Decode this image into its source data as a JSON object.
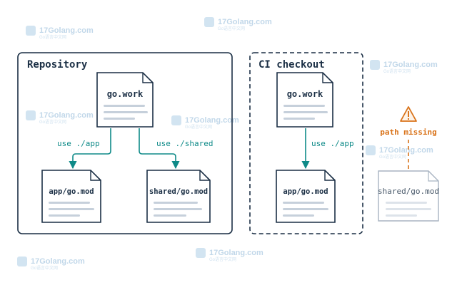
{
  "watermark": {
    "brand": "17Golang.com",
    "sub": "Go语言中文网"
  },
  "repository": {
    "title": "Repository",
    "root_file": "go.work",
    "edges": [
      {
        "label": "use ./app"
      },
      {
        "label": "use ./shared"
      }
    ],
    "modules": [
      {
        "label": "app/go.mod"
      },
      {
        "label": "shared/go.mod"
      }
    ]
  },
  "ci": {
    "title": "CI checkout",
    "root_file": "go.work",
    "edge_label": "use ./app",
    "module": "app/go.mod"
  },
  "missing": {
    "label": "path missing",
    "module": "shared/go.mod",
    "icon": "warning-icon"
  },
  "colors": {
    "frame": "#1b2f45",
    "arrow": "#0e8a88",
    "warning": "#d9731a",
    "ghost": "#a8b4c2"
  }
}
